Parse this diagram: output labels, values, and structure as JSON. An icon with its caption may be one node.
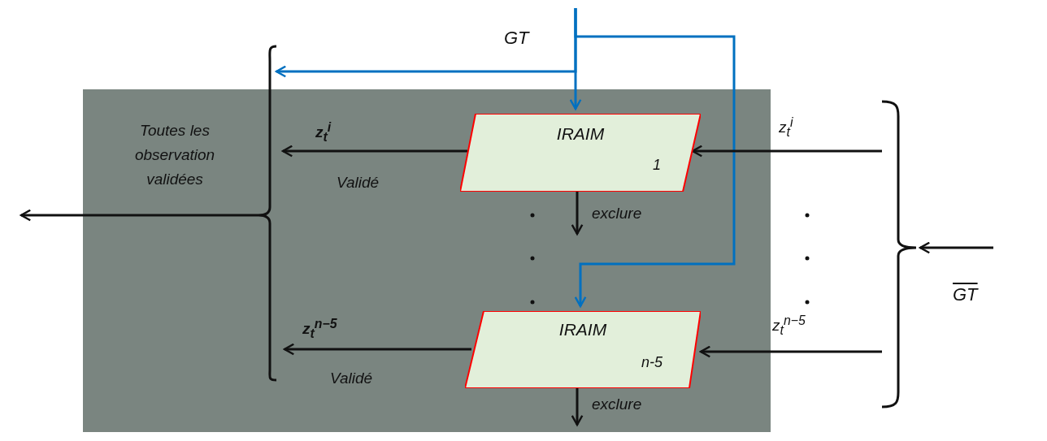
{
  "diagram": {
    "nodes": [
      {
        "text": [],
        "shape": "box"
      },
      {
        "text": [
          "IRAIM",
          "1"
        ],
        "in": 0
      },
      {
        "text": [
          "IRAIM",
          "n-5"
        ],
        "in": 0
      },
      {
        "text": [],
        "shape": "bracket"
      },
      {
        "text": [],
        "shape": "bracket"
      }
    ],
    "edges": [
      {
        "from": null,
        "to": 1,
        "arrow": "to",
        "color": "#0070c0"
      },
      {
        "from": null,
        "to": 2,
        "arrow": "to",
        "color": "#0070c0"
      },
      {
        "from": null,
        "to": 3,
        "arrow": "to",
        "color": "#0070c0"
      },
      {
        "from": 4,
        "to": 1,
        "arrow": "to",
        "label": "z$_{t}$$^{i}$"
      },
      {
        "from": 4,
        "to": 2,
        "arrow": "to",
        "label": "z$_{t}$$^{n−5}$"
      },
      {
        "from": 1,
        "to": 3,
        "arrow": "to",
        "label": "z$_{t}$$^{i}$"
      },
      {
        "from": 2,
        "to": 3,
        "arrow": "to",
        "label": "z$_{t}$$^{n−5}$"
      },
      {
        "from": 1,
        "to": null,
        "arrow": "to",
        "label": "exclure"
      },
      {
        "from": 2,
        "to": null,
        "arrow": "to",
        "label": "exclure"
      },
      {
        "from": 3,
        "to": null,
        "arrow": "to"
      },
      {
        "from": null,
        "to": 4,
        "arrow": "to"
      }
    ],
    "labels": [
      "GT",
      "Toutes les observation validées",
      "Validé",
      "Validé",
      "GT"
    ]
  }
}
